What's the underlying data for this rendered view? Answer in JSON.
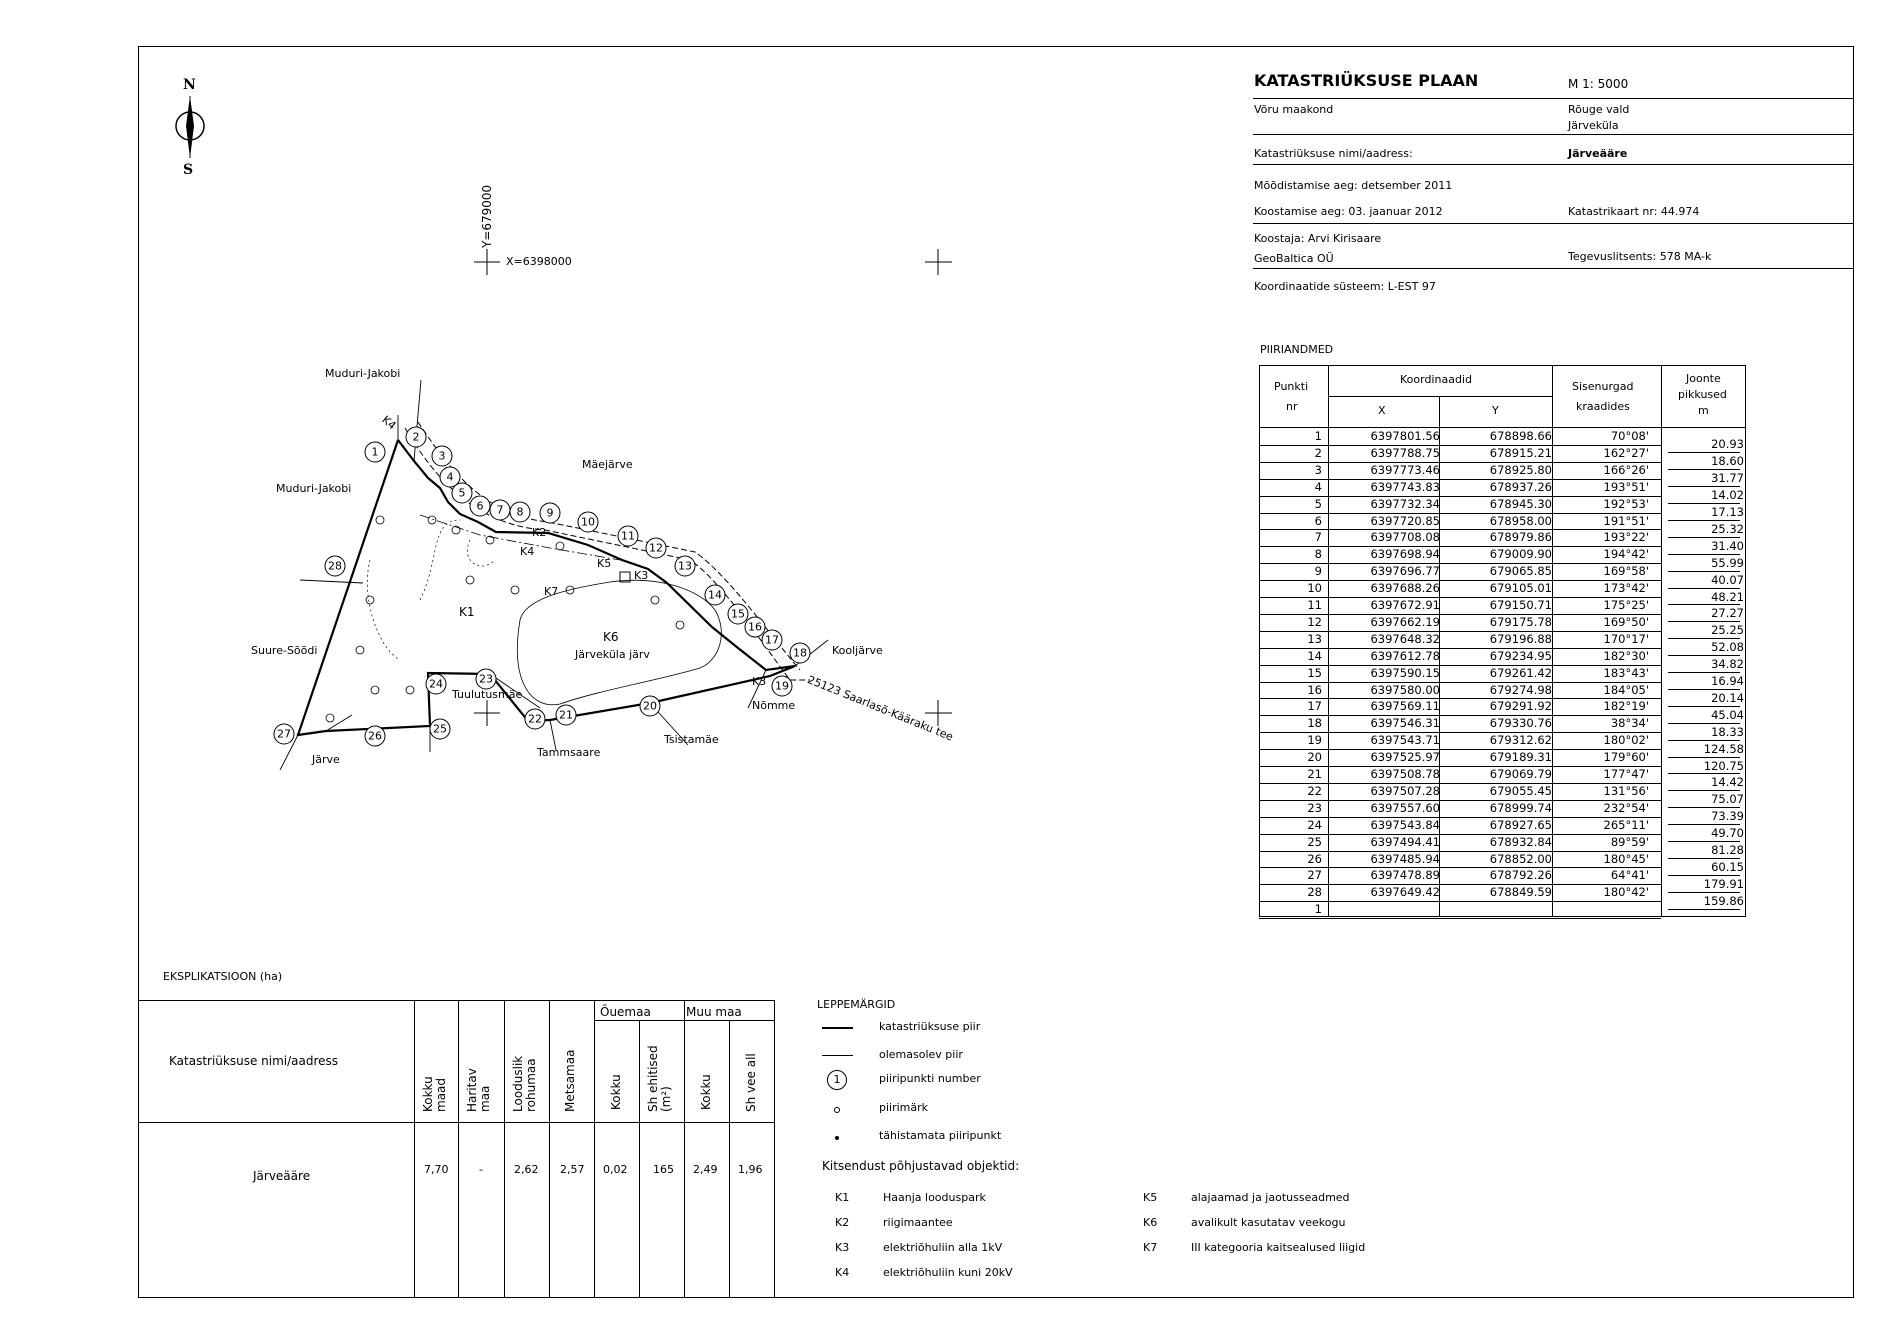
{
  "title_block": {
    "title": "KATASTRIÜKSUSE PLAAN",
    "scale": "M 1: 5000",
    "county": "Võru maakond",
    "parish": "Rõuge vald",
    "village": "Järveküla",
    "name_label": "Katastriüksuse nimi/aadress:",
    "name_value": "Järveääre",
    "survey_time": "Mõõdistamise aeg:  detsember 2011",
    "compile_time": "Koostamise aeg:  03. jaanuar 2012",
    "cadastral_map": "Katastrikaart nr:  44.974",
    "author": "Koostaja: Arvi Kirisaare",
    "company": "GeoBaltica OÜ",
    "license": "Tegevuslitsents: 578 MA-k",
    "coord_system": "Koordinaatide süsteem: L-EST 97"
  },
  "north": {
    "n": "N",
    "s": "S"
  },
  "grid": {
    "y_label": "Y=679000",
    "x_label": "X=6398000"
  },
  "map_labels": {
    "muduri_top": "Muduri-Jakobi",
    "muduri_left": "Muduri-Jakobi",
    "maejarve": "Mäejärve",
    "suure_soodi": "Suure-Sõõdi",
    "jarve": "Järve",
    "tammsaare": "Tammsaare",
    "tuulutusmae": "Tuulutusmäe",
    "tsistamae": "Tsistamäe",
    "nomme": "Nõmme",
    "kooljarve": "Kooljärve",
    "road": "25123 Saarlasõ-Kääraku tee",
    "lake_code": "K6",
    "lake_name": "Järveküla järv",
    "k1": "K1",
    "k2": "K2",
    "k3": "K3",
    "k4": "K4",
    "k4b": "K4",
    "k5": "K5",
    "k7": "K7",
    "k3b": "K3"
  },
  "piiriandmed": {
    "title": "PIIRIANDMED",
    "h_punkt": "Punkti",
    "h_nr": "nr",
    "h_koord": "Koordinaadid",
    "h_x": "X",
    "h_y": "Y",
    "h_sisenurgad": "Sisenurgad",
    "h_kraadides": "kraadides",
    "h_joonte": "Joonte",
    "h_pikkused": "pikkused",
    "h_m": "m",
    "rows": [
      {
        "nr": "1",
        "x": "6397801.56",
        "y": "678898.66",
        "a": "70°08'"
      },
      {
        "nr": "2",
        "x": "6397788.75",
        "y": "678915.21",
        "a": "162°27'"
      },
      {
        "nr": "3",
        "x": "6397773.46",
        "y": "678925.80",
        "a": "166°26'"
      },
      {
        "nr": "4",
        "x": "6397743.83",
        "y": "678937.26",
        "a": "193°51'"
      },
      {
        "nr": "5",
        "x": "6397732.34",
        "y": "678945.30",
        "a": "192°53'"
      },
      {
        "nr": "6",
        "x": "6397720.85",
        "y": "678958.00",
        "a": "191°51'"
      },
      {
        "nr": "7",
        "x": "6397708.08",
        "y": "678979.86",
        "a": "193°22'"
      },
      {
        "nr": "8",
        "x": "6397698.94",
        "y": "679009.90",
        "a": "194°42'"
      },
      {
        "nr": "9",
        "x": "6397696.77",
        "y": "679065.85",
        "a": "169°58'"
      },
      {
        "nr": "10",
        "x": "6397688.26",
        "y": "679105.01",
        "a": "173°42'"
      },
      {
        "nr": "11",
        "x": "6397672.91",
        "y": "679150.71",
        "a": "175°25'"
      },
      {
        "nr": "12",
        "x": "6397662.19",
        "y": "679175.78",
        "a": "169°50'"
      },
      {
        "nr": "13",
        "x": "6397648.32",
        "y": "679196.88",
        "a": "170°17'"
      },
      {
        "nr": "14",
        "x": "6397612.78",
        "y": "679234.95",
        "a": "182°30'"
      },
      {
        "nr": "15",
        "x": "6397590.15",
        "y": "679261.42",
        "a": "183°43'"
      },
      {
        "nr": "16",
        "x": "6397580.00",
        "y": "679274.98",
        "a": "184°05'"
      },
      {
        "nr": "17",
        "x": "6397569.11",
        "y": "679291.92",
        "a": "182°19'"
      },
      {
        "nr": "18",
        "x": "6397546.31",
        "y": "679330.76",
        "a": "38°34'"
      },
      {
        "nr": "19",
        "x": "6397543.71",
        "y": "679312.62",
        "a": "180°02'"
      },
      {
        "nr": "20",
        "x": "6397525.97",
        "y": "679189.31",
        "a": "179°60'"
      },
      {
        "nr": "21",
        "x": "6397508.78",
        "y": "679069.79",
        "a": "177°47'"
      },
      {
        "nr": "22",
        "x": "6397507.28",
        "y": "679055.45",
        "a": "131°56'"
      },
      {
        "nr": "23",
        "x": "6397557.60",
        "y": "678999.74",
        "a": "232°54'"
      },
      {
        "nr": "24",
        "x": "6397543.84",
        "y": "678927.65",
        "a": "265°11'"
      },
      {
        "nr": "25",
        "x": "6397494.41",
        "y": "678932.84",
        "a": "89°59'"
      },
      {
        "nr": "26",
        "x": "6397485.94",
        "y": "678852.00",
        "a": "180°45'"
      },
      {
        "nr": "27",
        "x": "6397478.89",
        "y": "678792.26",
        "a": "64°41'"
      },
      {
        "nr": "28",
        "x": "6397649.42",
        "y": "678849.59",
        "a": "180°42'"
      },
      {
        "nr": "1",
        "x": "",
        "y": "",
        "a": ""
      }
    ],
    "lengths": [
      "20.93",
      "18.60",
      "31.77",
      "14.02",
      "17.13",
      "25.32",
      "31.40",
      "55.99",
      "40.07",
      "48.21",
      "27.27",
      "25.25",
      "52.08",
      "34.82",
      "16.94",
      "20.14",
      "45.04",
      "18.33",
      "124.58",
      "120.75",
      "14.42",
      "75.07",
      "73.39",
      "49.70",
      "81.28",
      "60.15",
      "179.91",
      "159.86"
    ]
  },
  "eksplikatsioon": {
    "title": "EKSPLIKATSIOON (ha)",
    "h_name": "Katastriüksuse nimi/aadress",
    "h_kokku": "Kokku",
    "h_maad": "maad",
    "h_haritav": "Haritav",
    "h_maa": "maa",
    "h_looduslik": "Looduslik",
    "h_rohumaa": "rohumaa",
    "h_metsamaa": "Metsamaa",
    "h_ouemaa": "Õuemaa",
    "h_muu_maa": "Muu maa",
    "h_ou_kokku": "Kokku",
    "h_sh_ehitised": "Sh ehitised",
    "h_m2": "(m²)",
    "h_muu_kokku": "Kokku",
    "h_sh_vee": "Sh vee all",
    "row": {
      "name": "Järveääre",
      "kokku": "7,70",
      "haritav": "-",
      "looduslik": "2,62",
      "mets": "2,57",
      "ou_kokku": "0,02",
      "ehitised": "165",
      "muu_kokku": "2,49",
      "vee_all": "1,96"
    }
  },
  "legend": {
    "title": "LEPPEMÄRGID",
    "items": [
      "katastriüksuse piir",
      "olemasolev piir",
      "piiripunkti number",
      "piirimärk",
      "tähistamata piiripunkt"
    ],
    "point_symbol": "1",
    "kitsendus_title": "Kitsendust põhjustavad objektid:",
    "objects": [
      {
        "code": "K1",
        "text": "Haanja looduspark"
      },
      {
        "code": "K2",
        "text": "riigimaantee"
      },
      {
        "code": "K3",
        "text": "elektriõhuliin alla 1kV"
      },
      {
        "code": "K4",
        "text": "elektriõhuliin kuni 20kV"
      },
      {
        "code": "K5",
        "text": "alajaamad ja jaotusseadmed"
      },
      {
        "code": "K6",
        "text": "avalikult kasutatav veekogu"
      },
      {
        "code": "K7",
        "text": "III kategooria kaitsealused liigid"
      }
    ]
  }
}
